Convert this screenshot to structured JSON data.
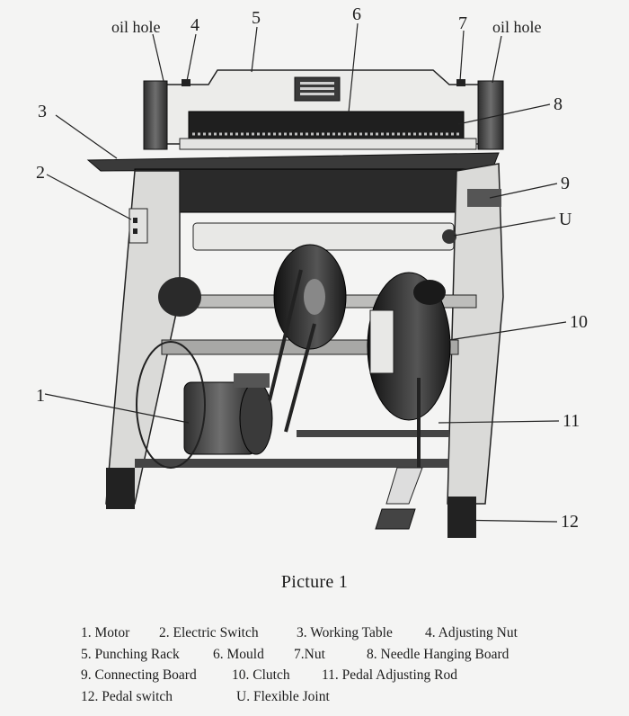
{
  "figure": {
    "callouts": [
      {
        "id": "oil_left",
        "text": "oil hole"
      },
      {
        "id": "c4",
        "text": "4"
      },
      {
        "id": "c5",
        "text": "5"
      },
      {
        "id": "c6",
        "text": "6"
      },
      {
        "id": "c7",
        "text": "7"
      },
      {
        "id": "oil_right",
        "text": "oil hole"
      },
      {
        "id": "c8",
        "text": "8"
      },
      {
        "id": "c3",
        "text": "3"
      },
      {
        "id": "c2",
        "text": "2"
      },
      {
        "id": "c9",
        "text": "9"
      },
      {
        "id": "cU",
        "text": "U"
      },
      {
        "id": "c10",
        "text": "10"
      },
      {
        "id": "c1",
        "text": "1"
      },
      {
        "id": "c11",
        "text": "11"
      },
      {
        "id": "c12",
        "text": "12"
      }
    ],
    "caption": "Picture 1"
  },
  "legend": [
    [
      "1. Motor",
      "2. Electric Switch",
      "3. Working Table",
      "4. Adjusting Nut"
    ],
    [
      "5. Punching Rack",
      "6. Mould",
      "7.Nut",
      "8. Needle Hanging Board"
    ],
    [
      "9. Connecting Board",
      "10. Clutch",
      "11. Pedal Adjusting Rod"
    ],
    [
      "12. Pedal switch",
      "U. Flexible Joint"
    ]
  ],
  "colors": {
    "ink": "#1c1c1c",
    "paper": "#f4f4f3",
    "dark_metal": "#2b2b2b",
    "mid_metal": "#8a8a8a",
    "light_metal": "#d6d6d4"
  }
}
